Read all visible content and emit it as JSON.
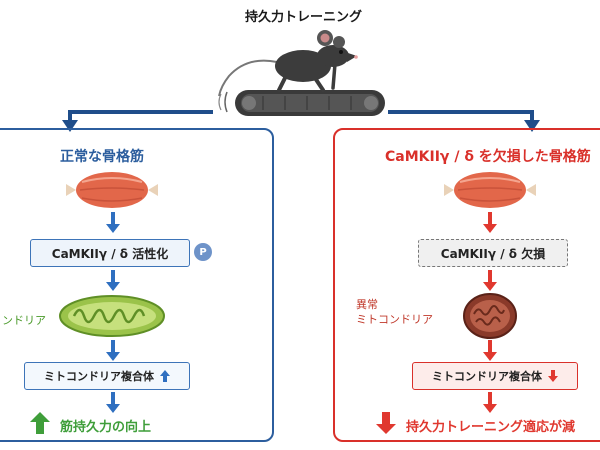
{
  "top_title": "持久力トレーニング",
  "left": {
    "title": "正常な骨格筋",
    "camk_box": "CaMKIIγ / δ 活性化",
    "phospho_badge": "P",
    "mito_label": "ンドリア",
    "complex_box": "ミトコンドリア複合体",
    "outcome": "筋持久力の向上"
  },
  "right": {
    "title": "CaMKIIγ / δ を欠損した骨格筋",
    "camk_box": "CaMKIIγ / δ  欠損",
    "mito_label_line1": "異常",
    "mito_label_line2": "ミトコンドリア",
    "complex_box": "ミトコンドリア複合体",
    "outcome": "持久力トレーニング適応が減"
  },
  "colors": {
    "blue": "#2c5e9e",
    "red": "#d9302a",
    "green": "#4a9a2a",
    "muscle": "#e2674a",
    "mito_normal": "#9bc34a",
    "mito_abnormal": "#8a3a2a"
  },
  "icons": {
    "up_arrow_blue": "up-arrow-icon",
    "down_arrow_red": "down-arrow-icon",
    "phospho": "phosphate-badge"
  }
}
